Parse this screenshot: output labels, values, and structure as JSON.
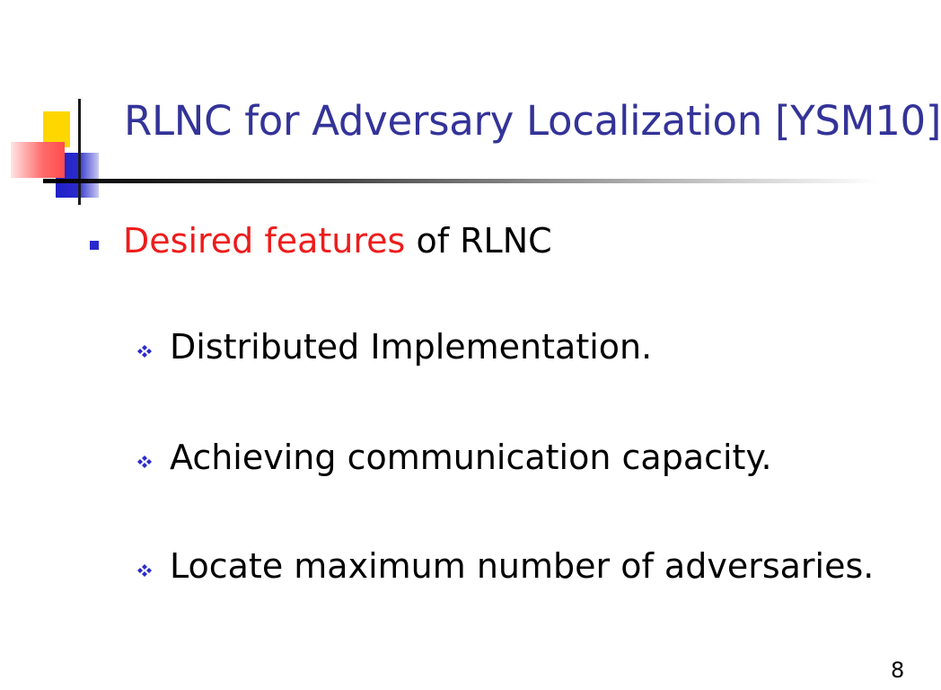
{
  "title": "RLNC for Adversary Localization [YSM10]",
  "bullet": {
    "highlight": "Desired features",
    "rest": " of RLNC"
  },
  "subbullets": [
    "Distributed Implementation.",
    "Achieving communication capacity.",
    "Locate maximum number of adversaries."
  ],
  "page_number": "8",
  "colors": {
    "title": "#333399",
    "highlight": "#ee1c1c",
    "bullet": "#2a2acc"
  },
  "icons": {
    "bullet": "square-bullet-icon",
    "subbullet": "diamond-bullet-icon"
  }
}
